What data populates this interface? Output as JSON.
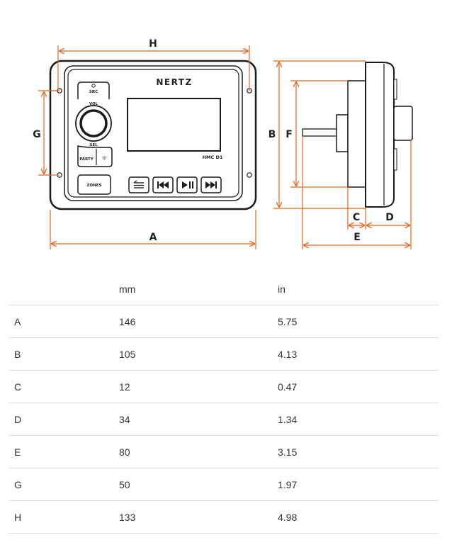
{
  "diagram": {
    "labels": {
      "A": "A",
      "B": "B",
      "C": "C",
      "D": "D",
      "E": "E",
      "F": "F",
      "G": "G",
      "H": "H"
    },
    "device": {
      "brand": "NERTZ",
      "model": "HMC D1",
      "buttons": {
        "src": "SRC",
        "vol": "VOL",
        "sel": "SEL",
        "party": "PARTY",
        "zones": "ZONES"
      }
    },
    "colors": {
      "dimension": "#e8631c",
      "outline": "#1a1a1a",
      "background": "#ffffff"
    }
  },
  "table": {
    "headers": [
      "",
      "mm",
      "in"
    ],
    "rows": [
      {
        "label": "A",
        "mm": "146",
        "in": "5.75"
      },
      {
        "label": "B",
        "mm": "105",
        "in": "4.13"
      },
      {
        "label": "C",
        "mm": "12",
        "in": "0.47"
      },
      {
        "label": "D",
        "mm": "34",
        "in": "1.34"
      },
      {
        "label": "E",
        "mm": "80",
        "in": "3.15"
      },
      {
        "label": "G",
        "mm": "50",
        "in": "1.97"
      },
      {
        "label": "H",
        "mm": "133",
        "in": "4.98"
      }
    ]
  }
}
